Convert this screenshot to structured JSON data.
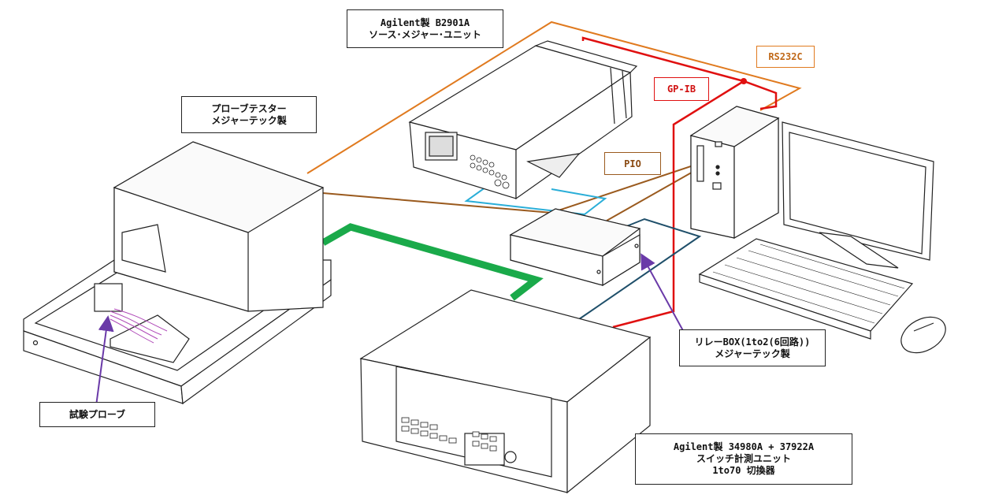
{
  "labels": {
    "source_unit": [
      "Agilent製 B2901A",
      "ソース･メジャー･ユニット"
    ],
    "probe_tester": [
      "プローブテスター",
      "メジャーテック製"
    ],
    "relay_box": [
      "リレーBOX(1to2(6回路))",
      "メジャーテック製"
    ],
    "test_probe": [
      "試験プローブ"
    ],
    "switch_unit": [
      "Agilent製 34980A + 37922A",
      "スイッチ計測ユニット",
      "1to70 切換器"
    ]
  },
  "cable_tags": {
    "rs232c": "RS232C",
    "gpib": "GP-IB",
    "pio": "PIO"
  },
  "colors": {
    "rs232c": "#e07a1f",
    "gpib": "#e01010",
    "pio": "#9a5a1e",
    "probe_link": "#1aaa4a",
    "smu_relay": "#2aaed8",
    "relay_switch": "#1f4f6a",
    "arrow": "#6a3aa8"
  }
}
